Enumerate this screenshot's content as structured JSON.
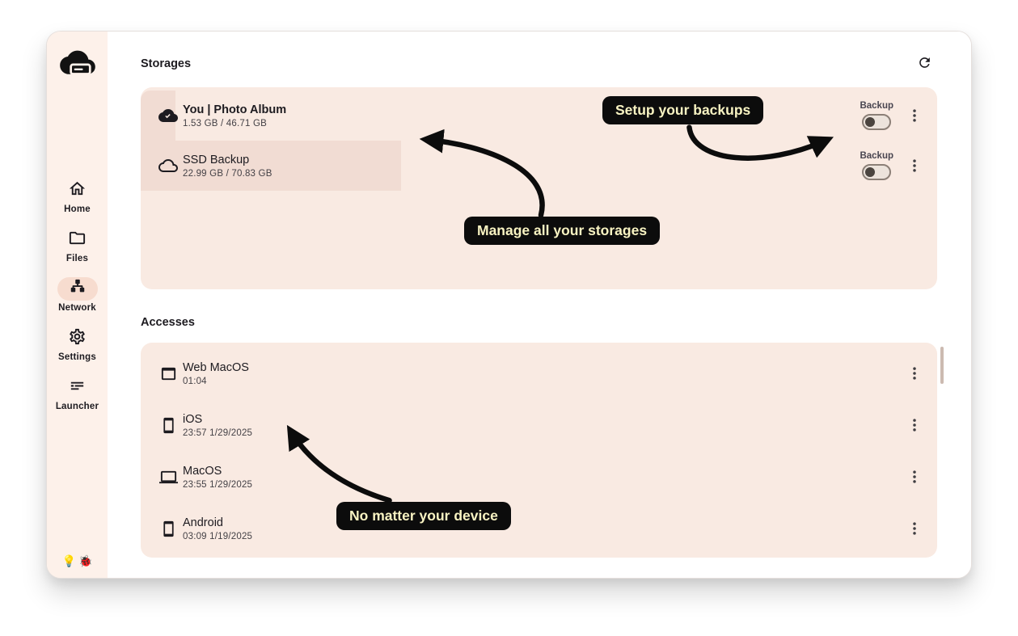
{
  "sidebar": {
    "items": [
      {
        "label": "Home",
        "icon": "home-icon",
        "selected": false
      },
      {
        "label": "Files",
        "icon": "folder-icon",
        "selected": false
      },
      {
        "label": "Network",
        "icon": "network-icon",
        "selected": true
      },
      {
        "label": "Settings",
        "icon": "settings-icon",
        "selected": false
      },
      {
        "label": "Launcher",
        "icon": "launcher-icon",
        "selected": false
      }
    ],
    "footer": {
      "tip_icon": "💡",
      "bug_icon": "🐞"
    },
    "logo_icon": "cloud-storage-logo"
  },
  "storages": {
    "title": "Storages",
    "refresh_icon": "refresh-icon",
    "items": [
      {
        "title": "You | Photo Album",
        "subtitle": "1.53 GB / 46.71 GB",
        "icon": "cloud-filled-icon",
        "backup_label": "Backup",
        "backup_enabled": false
      },
      {
        "title": "SSD Backup",
        "subtitle": "22.99 GB / 70.83 GB",
        "icon": "cloud-outline-icon",
        "backup_label": "Backup",
        "backup_enabled": false
      }
    ]
  },
  "accesses": {
    "title": "Accesses",
    "items": [
      {
        "title": "Web MacOS",
        "subtitle": "01:04",
        "icon": "browser-window-icon"
      },
      {
        "title": "iOS",
        "subtitle": "23:57 1/29/2025",
        "icon": "smartphone-icon"
      },
      {
        "title": "MacOS",
        "subtitle": "23:55 1/29/2025",
        "icon": "laptop-icon"
      },
      {
        "title": "Android",
        "subtitle": "03:09 1/19/2025",
        "icon": "smartphone-icon"
      }
    ]
  },
  "annotations": {
    "setup_backups": "Setup your backups",
    "manage_storages": "Manage all your storages",
    "no_matter_device": "No matter your device"
  },
  "colors": {
    "sidebar_bg": "#fdf1ea",
    "panel_bg": "#f9eae2",
    "row_highlight": "#f1dcd3",
    "selected_nav_pill": "#f7dccf",
    "annotation_bg": "#0c0c0c",
    "annotation_text": "#f8f3c2"
  }
}
